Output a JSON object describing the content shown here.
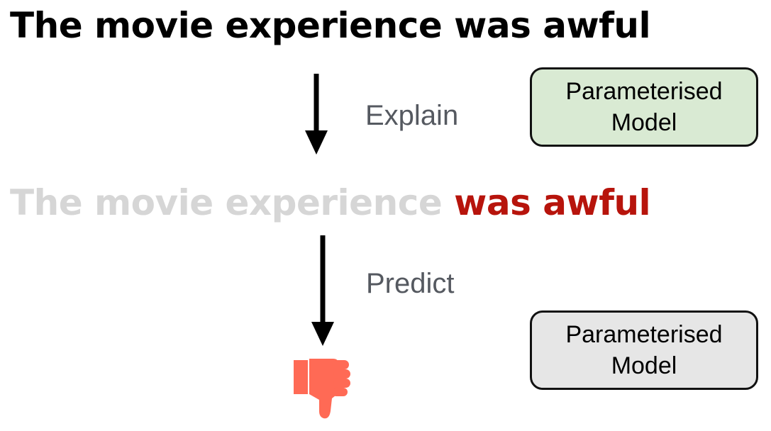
{
  "sentence_original": "The movie experience was awful",
  "sentence_explained": {
    "faded_part": "The movie experience ",
    "highlighted_part": "was awful"
  },
  "steps": {
    "explain_label": "Explain",
    "predict_label": "Predict"
  },
  "models": [
    {
      "line1": "Parameterised",
      "line2": "Model",
      "fill": "#d9ead3"
    },
    {
      "line1": "Parameterised",
      "line2": "Model",
      "fill": "#e6e6e6"
    }
  ],
  "colors": {
    "highlight": "#b7140c",
    "faded_text": "#d6d6d6",
    "prediction_icon": "#ff6a55"
  },
  "prediction_icon": "thumbs-down-icon"
}
